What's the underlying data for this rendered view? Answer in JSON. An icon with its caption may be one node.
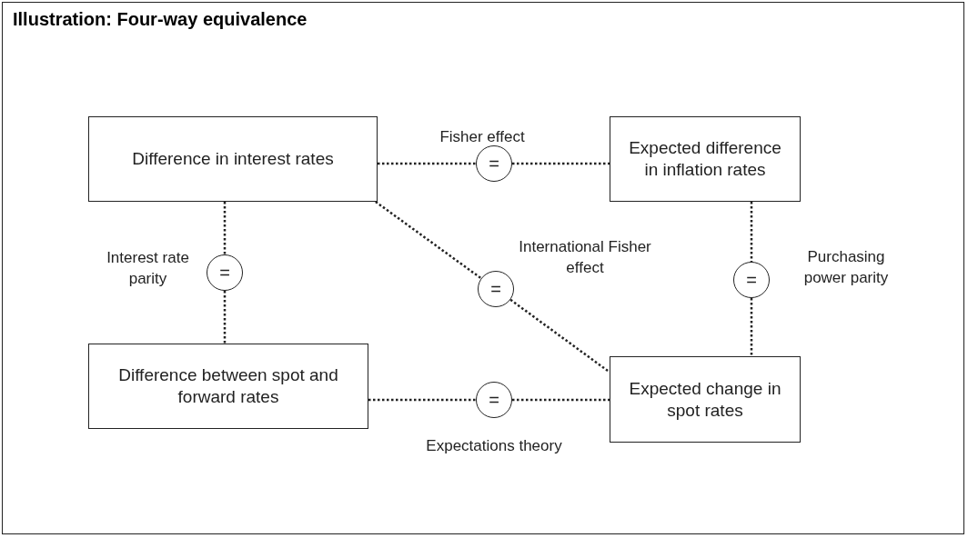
{
  "diagram": {
    "title": "Illustration: Four-way equivalence",
    "nodes": [
      {
        "text": [
          "Difference in interest rates"
        ]
      },
      {
        "text": [
          "Expected difference in inflation rates"
        ]
      },
      {
        "text": [
          "Difference between spot and forward rates"
        ]
      },
      {
        "text": [
          "Expected change in spot rates"
        ]
      },
      {
        "text": [
          "="
        ],
        "beside": [
          "Fisher effect"
        ]
      },
      {
        "text": [
          "="
        ],
        "beside": [
          "Interest rate parity"
        ]
      },
      {
        "text": [
          "="
        ],
        "beside": [
          "International Fisher effect"
        ]
      },
      {
        "text": [
          "="
        ],
        "beside": [
          "Purchasing power parity"
        ]
      },
      {
        "text": [
          "="
        ],
        "beside": [
          "Expectations theory"
        ]
      }
    ],
    "edges": [
      {
        "from": 0,
        "to": 4,
        "arrow": "none"
      },
      {
        "from": 4,
        "to": 1,
        "arrow": "none"
      },
      {
        "from": 0,
        "to": 5,
        "arrow": "none"
      },
      {
        "from": 5,
        "to": 2,
        "arrow": "none"
      },
      {
        "from": 0,
        "to": 6,
        "arrow": "none"
      },
      {
        "from": 6,
        "to": 3,
        "arrow": "none"
      },
      {
        "from": 1,
        "to": 7,
        "arrow": "none"
      },
      {
        "from": 7,
        "to": 3,
        "arrow": "none"
      },
      {
        "from": 2,
        "to": 8,
        "arrow": "none"
      },
      {
        "from": 8,
        "to": 3,
        "arrow": "none"
      }
    ]
  }
}
